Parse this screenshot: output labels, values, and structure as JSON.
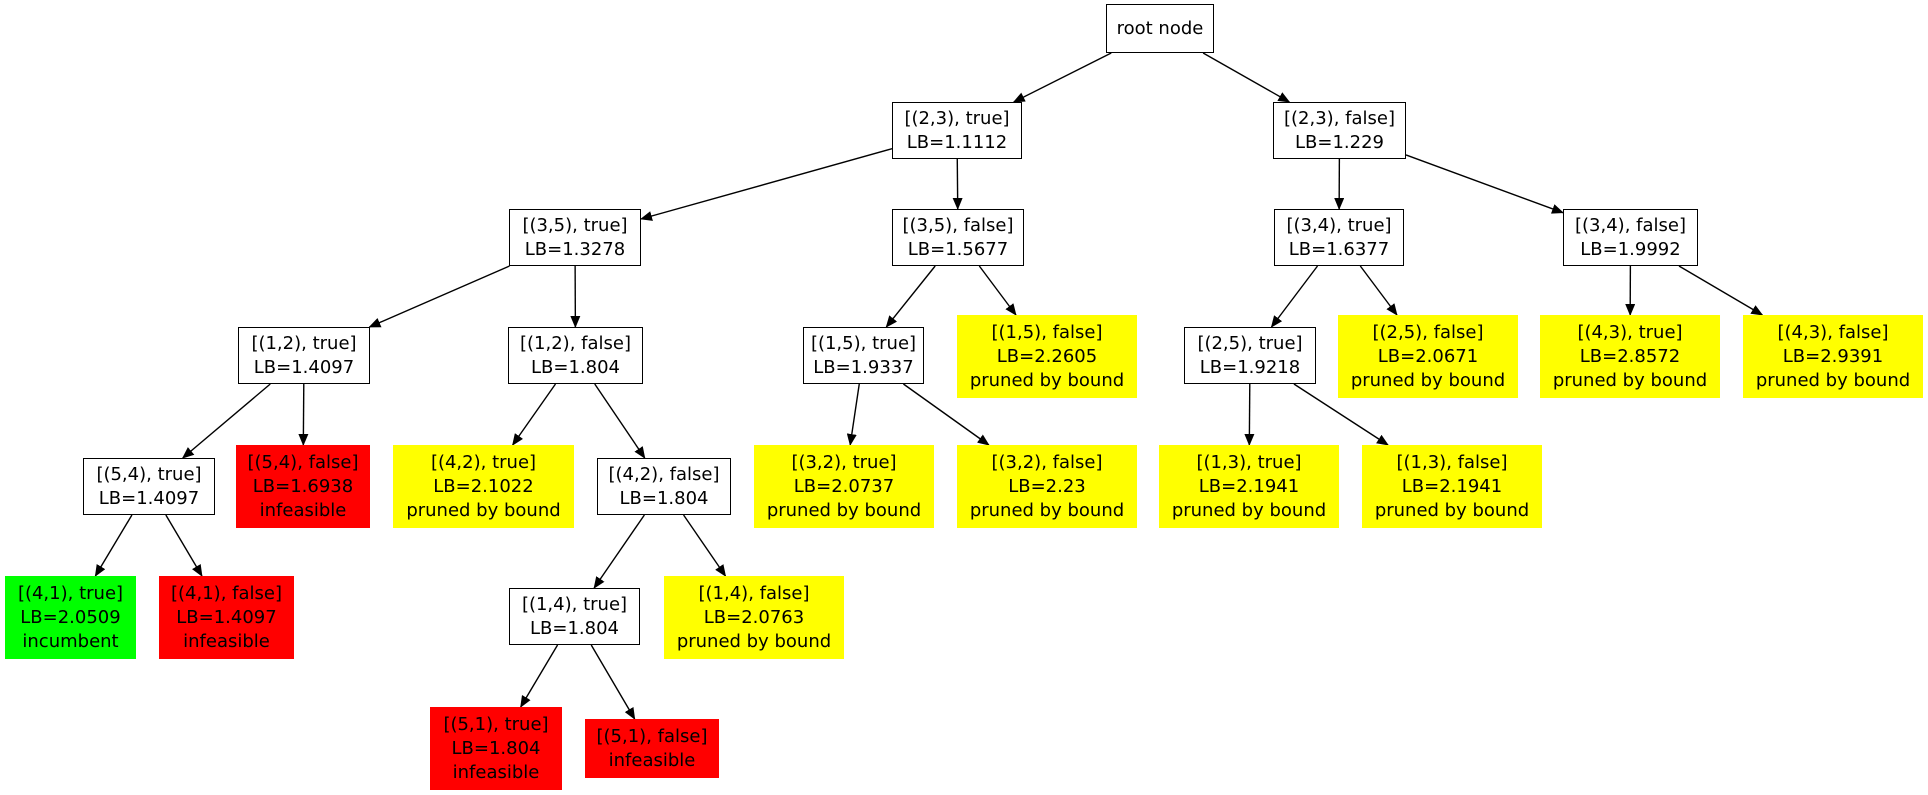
{
  "colors": {
    "pruned": "#ffff00",
    "infeasible": "#ff0000",
    "incumbent": "#00ff00",
    "open": "#ffffff",
    "edge": "#000000"
  },
  "nodes": {
    "root": {
      "lines": [
        "root node"
      ],
      "status": "open"
    },
    "n1": {
      "lines": [
        "[(2,3), true]",
        "LB=1.1112"
      ],
      "status": "open"
    },
    "n2": {
      "lines": [
        "[(2,3), false]",
        "LB=1.229"
      ],
      "status": "open"
    },
    "n3": {
      "lines": [
        "[(3,5), true]",
        "LB=1.3278"
      ],
      "status": "open"
    },
    "n4": {
      "lines": [
        "[(3,5), false]",
        "LB=1.5677"
      ],
      "status": "open"
    },
    "n5": {
      "lines": [
        "[(3,4), true]",
        "LB=1.6377"
      ],
      "status": "open"
    },
    "n6": {
      "lines": [
        "[(3,4), false]",
        "LB=1.9992"
      ],
      "status": "open"
    },
    "n7": {
      "lines": [
        "[(1,2), true]",
        "LB=1.4097"
      ],
      "status": "open"
    },
    "n8": {
      "lines": [
        "[(1,2), false]",
        "LB=1.804"
      ],
      "status": "open"
    },
    "n9": {
      "lines": [
        "[(1,5), true]",
        "LB=1.9337"
      ],
      "status": "open"
    },
    "n10": {
      "lines": [
        "[(1,5), false]",
        "LB=2.2605",
        "pruned by bound"
      ],
      "status": "pruned"
    },
    "n11": {
      "lines": [
        "[(2,5), true]",
        "LB=1.9218"
      ],
      "status": "open"
    },
    "n12": {
      "lines": [
        "[(2,5), false]",
        "LB=2.0671",
        "pruned by bound"
      ],
      "status": "pruned"
    },
    "n13": {
      "lines": [
        "[(4,3), true]",
        "LB=2.8572",
        "pruned by bound"
      ],
      "status": "pruned"
    },
    "n14": {
      "lines": [
        "[(4,3), false]",
        "LB=2.9391",
        "pruned by bound"
      ],
      "status": "pruned"
    },
    "n15": {
      "lines": [
        "[(5,4), true]",
        "LB=1.4097"
      ],
      "status": "open"
    },
    "n16": {
      "lines": [
        "[(5,4), false]",
        "LB=1.6938",
        "infeasible"
      ],
      "status": "infeasible"
    },
    "n17": {
      "lines": [
        "[(4,2), true]",
        "LB=2.1022",
        "pruned by bound"
      ],
      "status": "pruned"
    },
    "n18": {
      "lines": [
        "[(4,2), false]",
        "LB=1.804"
      ],
      "status": "open"
    },
    "n19": {
      "lines": [
        "[(3,2), true]",
        "LB=2.0737",
        "pruned by bound"
      ],
      "status": "pruned"
    },
    "n20": {
      "lines": [
        "[(3,2), false]",
        "LB=2.23",
        "pruned by bound"
      ],
      "status": "pruned"
    },
    "n21": {
      "lines": [
        "[(1,3), true]",
        "LB=2.1941",
        "pruned by bound"
      ],
      "status": "pruned"
    },
    "n22": {
      "lines": [
        "[(1,3), false]",
        "LB=2.1941",
        "pruned by bound"
      ],
      "status": "pruned"
    },
    "n23": {
      "lines": [
        "[(4,1), true]",
        "LB=2.0509",
        "incumbent"
      ],
      "status": "incumbent"
    },
    "n24": {
      "lines": [
        "[(4,1), false]",
        "LB=1.4097",
        "infeasible"
      ],
      "status": "infeasible"
    },
    "n25": {
      "lines": [
        "[(1,4), true]",
        "LB=1.804"
      ],
      "status": "open"
    },
    "n26": {
      "lines": [
        "[(1,4), false]",
        "LB=2.0763",
        "pruned by bound"
      ],
      "status": "pruned"
    },
    "n27": {
      "lines": [
        "[(5,1), true]",
        "LB=1.804",
        "infeasible"
      ],
      "status": "infeasible"
    },
    "n28": {
      "lines": [
        "[(5,1), false]",
        "infeasible"
      ],
      "status": "infeasible"
    }
  },
  "edges": [
    [
      "root",
      "n1"
    ],
    [
      "root",
      "n2"
    ],
    [
      "n1",
      "n3"
    ],
    [
      "n1",
      "n4"
    ],
    [
      "n2",
      "n5"
    ],
    [
      "n2",
      "n6"
    ],
    [
      "n3",
      "n7"
    ],
    [
      "n3",
      "n8"
    ],
    [
      "n4",
      "n9"
    ],
    [
      "n4",
      "n10"
    ],
    [
      "n5",
      "n11"
    ],
    [
      "n5",
      "n12"
    ],
    [
      "n6",
      "n13"
    ],
    [
      "n6",
      "n14"
    ],
    [
      "n7",
      "n15"
    ],
    [
      "n7",
      "n16"
    ],
    [
      "n8",
      "n17"
    ],
    [
      "n8",
      "n18"
    ],
    [
      "n9",
      "n19"
    ],
    [
      "n9",
      "n20"
    ],
    [
      "n11",
      "n21"
    ],
    [
      "n11",
      "n22"
    ],
    [
      "n15",
      "n23"
    ],
    [
      "n15",
      "n24"
    ],
    [
      "n18",
      "n25"
    ],
    [
      "n18",
      "n26"
    ],
    [
      "n25",
      "n27"
    ],
    [
      "n25",
      "n28"
    ]
  ]
}
